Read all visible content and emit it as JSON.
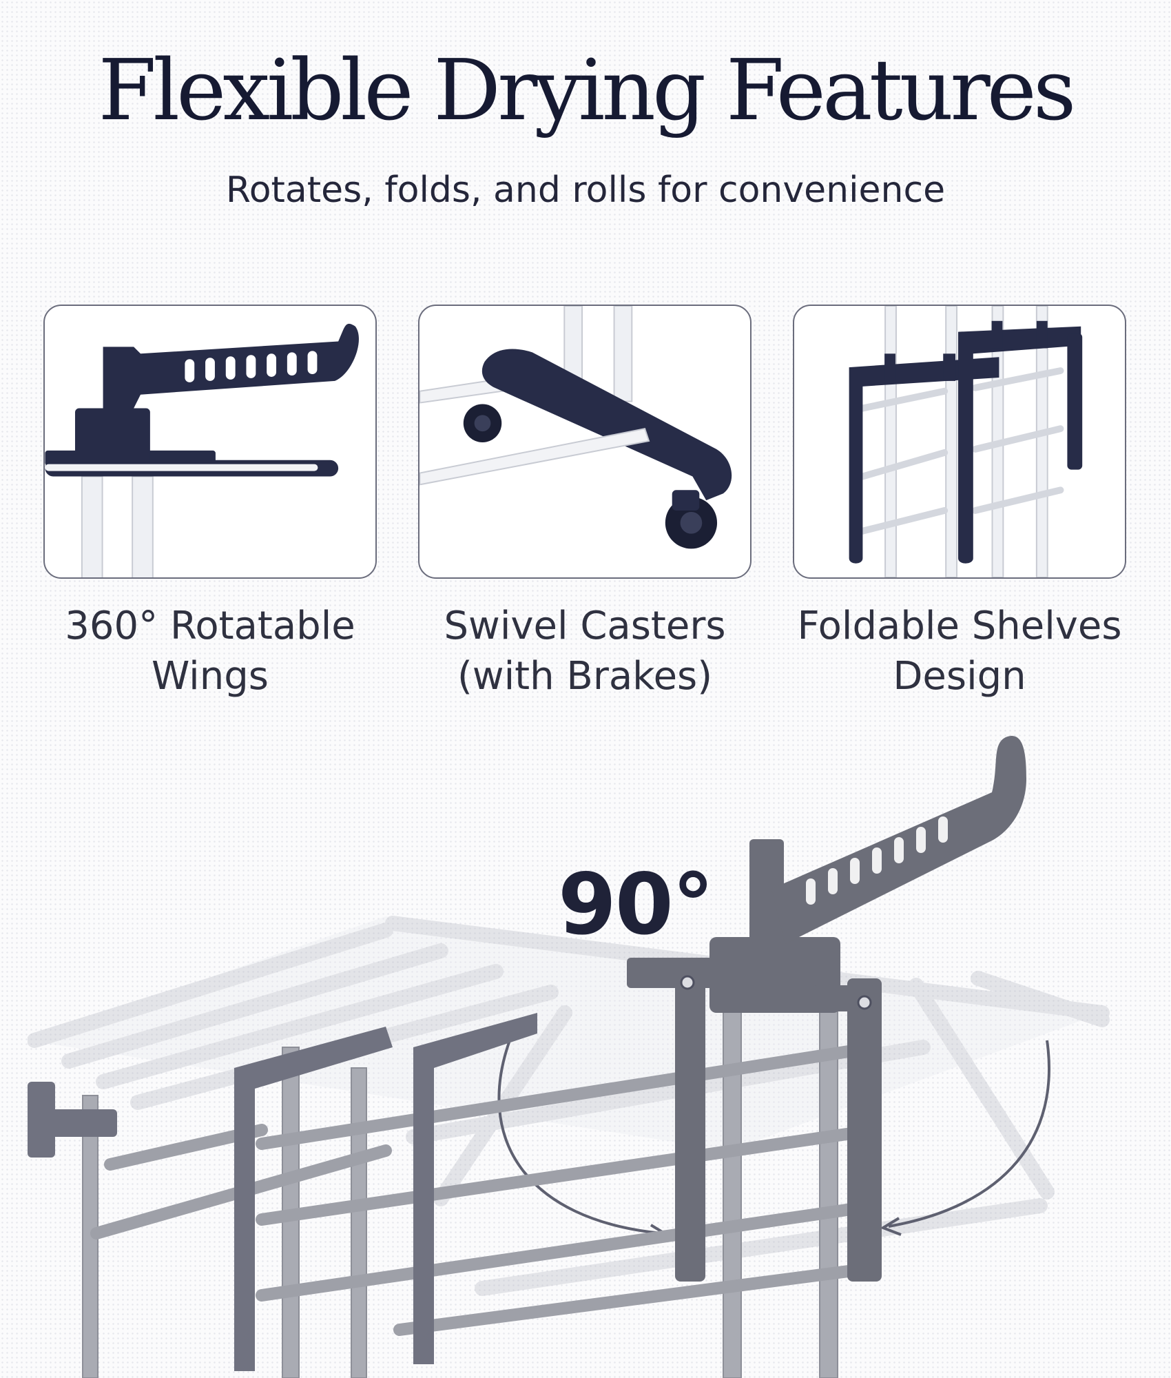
{
  "header": {
    "title": "Flexible Drying Features",
    "subtitle": "Rotates, folds, and rolls for convenience"
  },
  "features": [
    {
      "icon": "rotatable-wing-icon",
      "line1": "360° Rotatable",
      "line2": "Wings"
    },
    {
      "icon": "swivel-caster-icon",
      "line1": "Swivel Casters",
      "line2": "(with Brakes)"
    },
    {
      "icon": "foldable-shelf-icon",
      "line1": "Foldable Shelves",
      "line2": "Design"
    }
  ],
  "hero": {
    "angle_label": "90°"
  },
  "colors": {
    "navy": "#272c48",
    "rack_gray": "#7b7d86",
    "title_text": "#161a32",
    "body_text": "#2f3140"
  }
}
